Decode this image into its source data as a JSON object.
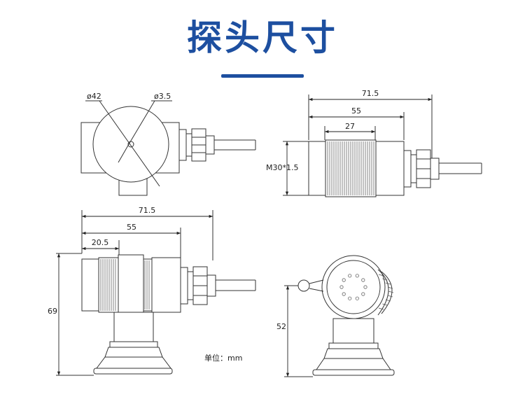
{
  "title": "探头尺寸",
  "unit_label": "单位：mm",
  "views": {
    "front": {
      "dia_outer": "ø42",
      "dia_hole": "ø3.5"
    },
    "side": {
      "len_total": "71.5",
      "len_body": "55",
      "len_thread": "27",
      "thread_spec": "M30*1.5"
    },
    "assembly": {
      "len_total": "71.5",
      "len_body": "55",
      "len_thread": "20.5",
      "height": "69"
    },
    "end": {
      "height": "52"
    }
  }
}
